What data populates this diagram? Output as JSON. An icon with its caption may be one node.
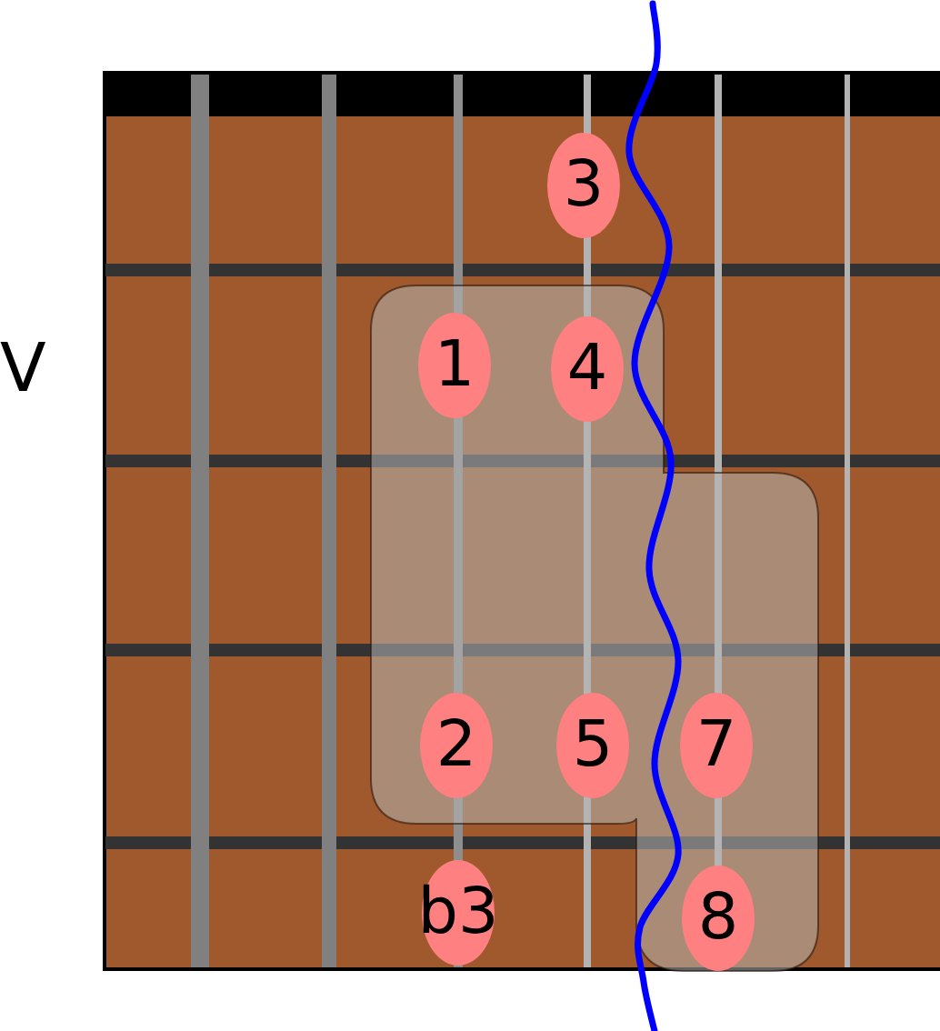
{
  "diagram": {
    "nodes": [
      {
        "text": [
          "3"
        ]
      },
      {
        "text": [
          "1"
        ]
      },
      {
        "text": [
          "4"
        ]
      },
      {
        "text": [
          "2"
        ]
      },
      {
        "text": [
          "5"
        ]
      },
      {
        "text": [
          "7"
        ]
      },
      {
        "text": [
          "b3"
        ]
      },
      {
        "text": [
          "8"
        ]
      }
    ],
    "labels": [
      "V"
    ]
  }
}
